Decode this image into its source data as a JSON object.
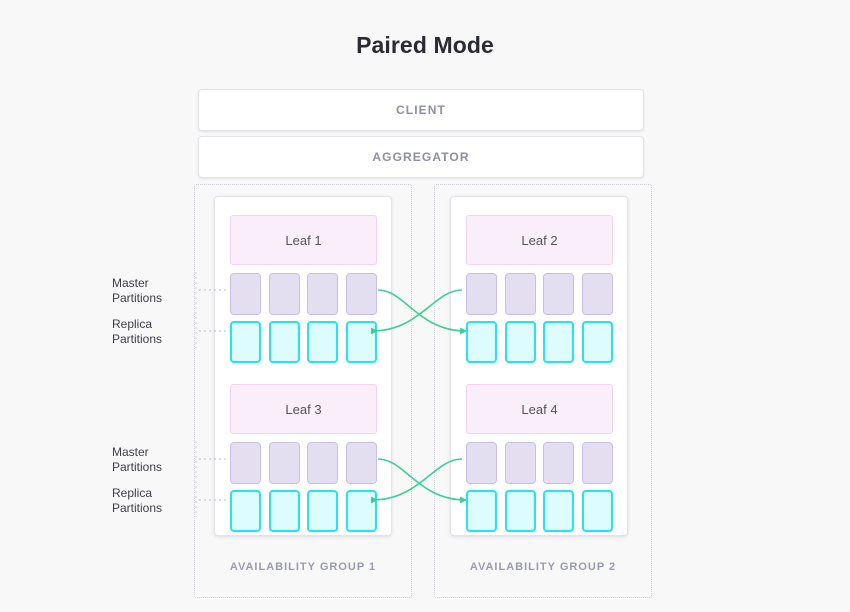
{
  "page": {
    "title": "Paired Mode",
    "background": "#f8f8f9"
  },
  "colors": {
    "title_text": "#2b2b33",
    "bar_text": "#8e8ea5",
    "bar_border": "#e3e3e8",
    "leaf_fill": "#fbeefb",
    "leaf_border": "#f3d4ee",
    "master_fill": "#e4dff0",
    "master_border": "#c9bfe5",
    "replica_fill": "#dcfcff",
    "replica_border": "#25e2f5",
    "arrow": "#3ecf97",
    "dotted_border": "#cfcfd8",
    "group_caption": "#9b9bb0",
    "annotation_text": "#3d3d47"
  },
  "stack": [
    {
      "label": "CLIENT",
      "name": "client-bar"
    },
    {
      "label": "AGGREGATOR",
      "name": "aggregator-bar"
    }
  ],
  "groups": [
    {
      "caption": "AVAILABILITY GROUP 1",
      "leaves": [
        {
          "label": "Leaf 1",
          "master_partitions": 4,
          "replica_partitions": 4
        },
        {
          "label": "Leaf 3",
          "master_partitions": 4,
          "replica_partitions": 4
        }
      ]
    },
    {
      "caption": "AVAILABILITY GROUP 2",
      "leaves": [
        {
          "label": "Leaf 2",
          "master_partitions": 4,
          "replica_partitions": 4
        },
        {
          "label": "Leaf 4",
          "master_partitions": 4,
          "replica_partitions": 4
        }
      ]
    }
  ],
  "annotations": {
    "master": {
      "line1": "Master",
      "line2": "Partitions"
    },
    "replica": {
      "line1": "Replica",
      "line2": "Partitions"
    }
  },
  "replication_arrows": [
    {
      "from": "group1-leaf1-master",
      "to": "group2-leaf2-replica",
      "direction": "right"
    },
    {
      "from": "group2-leaf2-master",
      "to": "group1-leaf1-replica",
      "direction": "left"
    },
    {
      "from": "group1-leaf3-master",
      "to": "group2-leaf4-replica",
      "direction": "right"
    },
    {
      "from": "group2-leaf4-master",
      "to": "group1-leaf3-replica",
      "direction": "left"
    }
  ]
}
